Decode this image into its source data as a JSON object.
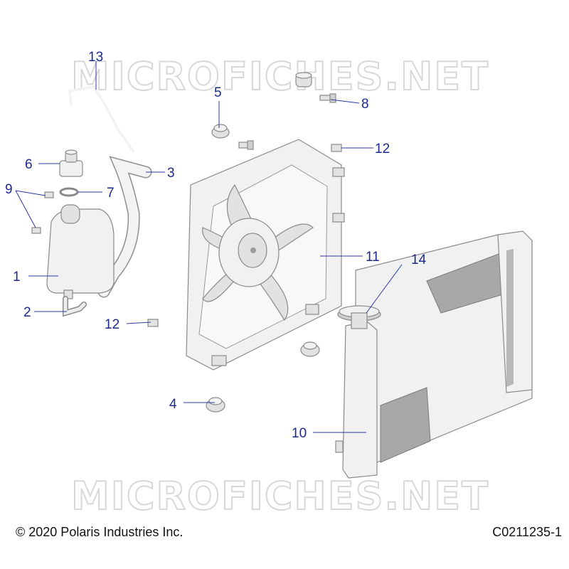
{
  "watermark": "MICROFICHES.NET",
  "callouts": {
    "c1": "1",
    "c2": "2",
    "c3": "3",
    "c4": "4",
    "c5": "5",
    "c6": "6",
    "c7": "7",
    "c8": "8",
    "c9": "9",
    "c10": "10",
    "c11": "11",
    "c12a": "12",
    "c12b": "12",
    "c13": "13",
    "c14": "14"
  },
  "footer": {
    "copyright": "© 2020 Polaris Industries Inc.",
    "diagram_id": "C0211235-1"
  },
  "colors": {
    "callout_text": "#1b2a8c",
    "part_outline": "#8a8a8a",
    "watermark": "#d8d8d8"
  }
}
